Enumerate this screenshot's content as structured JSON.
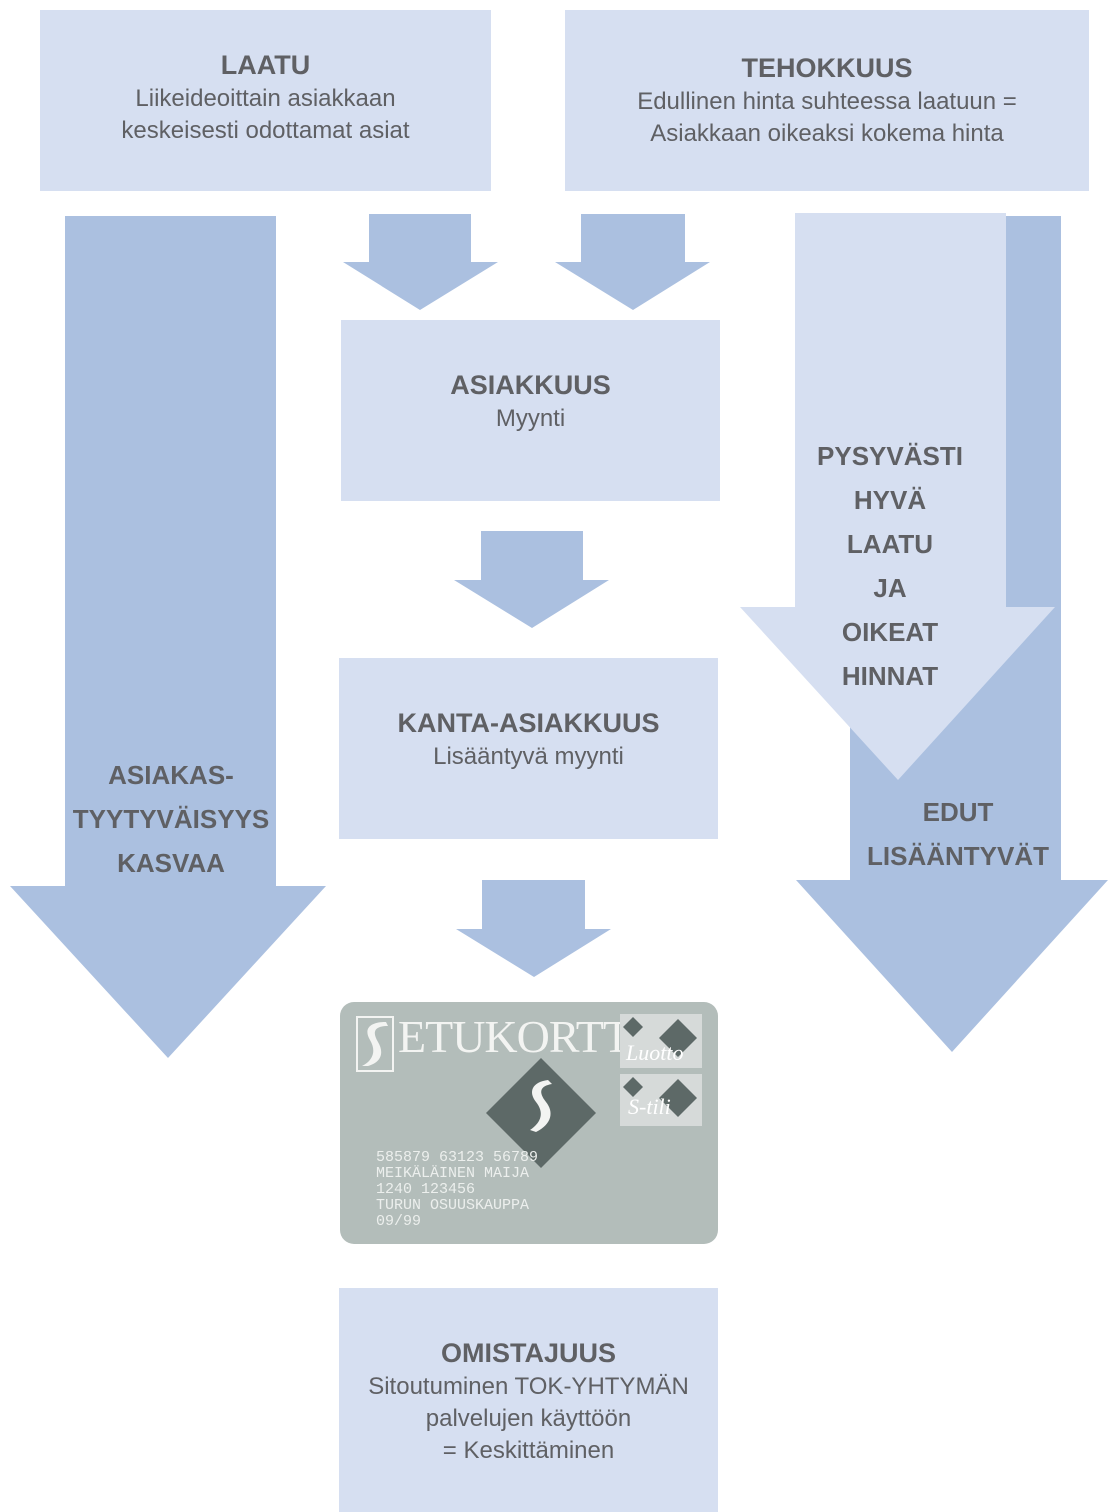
{
  "boxes": {
    "laatu": {
      "title": "LAATU",
      "lines": [
        "Liikeideoittain asiakkaan",
        "keskeisesti odottamat asiat"
      ]
    },
    "tehokkuus": {
      "title": "TEHOKKUUS",
      "lines": [
        "Edullinen hinta suhteessa laatuun =",
        "Asiakkaan oikeaksi kokema hinta"
      ]
    },
    "asiakkuus": {
      "title": "ASIAKKUUS",
      "lines": [
        "Myynti"
      ]
    },
    "kanta": {
      "title": "KANTA-ASIAKKUUS",
      "lines": [
        "Lisääntyvä myynti"
      ]
    },
    "omistajuus": {
      "title": "OMISTAJUUS",
      "lines": [
        "Sitoutuminen TOK-YHTYMÄN",
        "palvelujen käyttöön",
        "= Keskittäminen"
      ]
    }
  },
  "arrow_labels": {
    "left": [
      "ASIAKAS-",
      "TYYTYVÄISYYS",
      "KASVAA"
    ],
    "right_front": [
      "PYSYVÄSTI",
      "HYVÄ",
      "LAATU",
      "JA",
      "OIKEAT",
      "HINNAT"
    ],
    "right_back": [
      "EDUT",
      "LISÄÄNTYVÄT"
    ]
  },
  "card": {
    "title": "ETUKORTTI",
    "badge_top": "Luotto",
    "badge_bottom": "S-tili",
    "lines": [
      "585879 63123 56789",
      "MEIKÄLÄINEN MAIJA",
      "1240 123456",
      "TURUN OSUUSKAUPPA",
      "09/99"
    ]
  },
  "colors": {
    "box_fill": "#d6dff1",
    "arrow_fill": "#abc0e0",
    "text": "#5f6064",
    "card": "#b3bdba"
  }
}
